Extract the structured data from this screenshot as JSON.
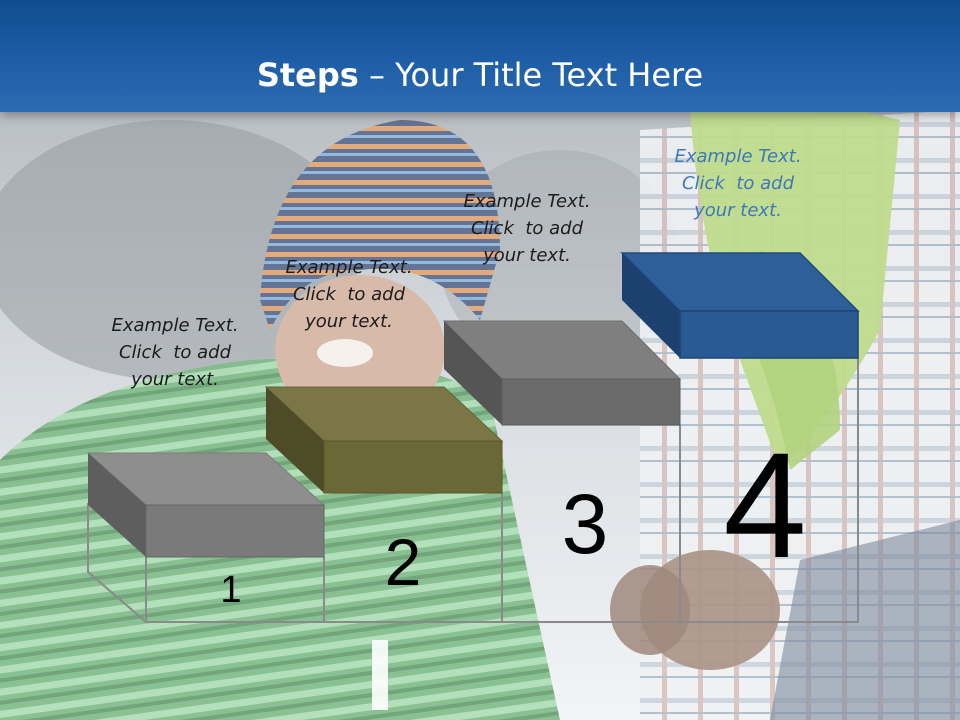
{
  "title": {
    "bold_part": "Steps",
    "rest": " – Your Title Text Here"
  },
  "steps": [
    {
      "number": "1",
      "caption": [
        "Example Text.",
        "Click  to add",
        "your text."
      ],
      "top_color": "#8e8e8e",
      "front_color": "#7a7a7a",
      "side_color": "#5e5e5e"
    },
    {
      "number": "2",
      "caption": [
        "Example Text.",
        "Click  to add",
        "your text."
      ],
      "top_color": "#7a7646",
      "front_color": "#6b6838",
      "side_color": "#4e4c26"
    },
    {
      "number": "3",
      "caption": [
        "Example Text.",
        "Click  to add",
        "your text."
      ],
      "top_color": "#7f7f7f",
      "front_color": "#6b6b6b",
      "side_color": "#555555"
    },
    {
      "number": "4",
      "caption": [
        "Example Text.",
        "Click  to add",
        "your text."
      ],
      "top_color": "#2f5f99",
      "front_color": "#2a5a94",
      "side_color": "#1c4170"
    }
  ],
  "colors": {
    "header": "#1e5ea6",
    "caption_highlight": "#3f78b8"
  }
}
